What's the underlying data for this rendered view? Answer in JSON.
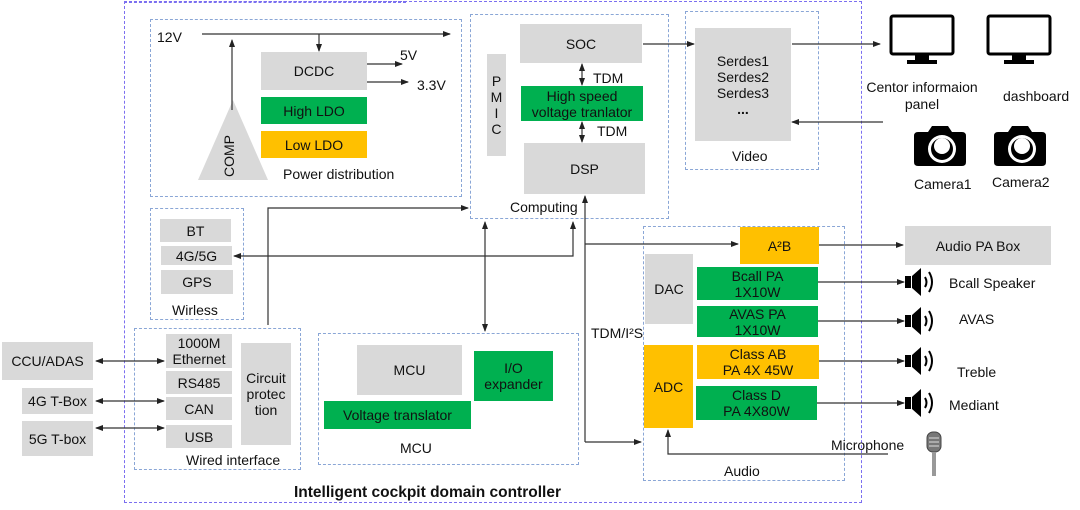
{
  "title": "Intelligent cockpit domain controller",
  "colors": {
    "gray": "#d9d9d9",
    "green": "#00b050",
    "yellow": "#ffc000",
    "group_border": "#8aa6d6",
    "outer_border": "#7b6ff0"
  },
  "power": {
    "label": "Power distribution",
    "input": "12V",
    "comp": "COMP",
    "dcdc": "DCDC",
    "out_5v": "5V",
    "out_33v": "3.3V",
    "high_ldo": "High LDO",
    "low_ldo": "Low LDO"
  },
  "computing": {
    "label": "Computing",
    "pmic": "P\nM\nI\nC",
    "soc": "SOC",
    "tdm1": "TDM",
    "hs_translator": "High speed\nvoltage tranlator",
    "tdm2": "TDM",
    "dsp": "DSP"
  },
  "video": {
    "label": "Video",
    "serdes": [
      "Serdes1",
      "Serdes2",
      "Serdes3",
      "..."
    ]
  },
  "displays": [
    {
      "label": "Centor informaion\npanel",
      "icon": "monitor-icon"
    },
    {
      "label": "dashboard",
      "icon": "monitor-icon"
    }
  ],
  "cameras": [
    {
      "label": "Camera1",
      "icon": "camera-icon"
    },
    {
      "label": "Camera2",
      "icon": "camera-icon"
    }
  ],
  "wireless": {
    "label": "Wirless",
    "items": [
      "BT",
      "4G/5G",
      "GPS"
    ]
  },
  "wired": {
    "label": "Wired interface",
    "items": [
      "1000M\nEthernet",
      "RS485",
      "CAN",
      "USB"
    ],
    "protection": "Circuit\nprotec\ntion"
  },
  "external_left": [
    "CCU/ADAS",
    "4G T-Box",
    "5G T-box"
  ],
  "mcu": {
    "label": "MCU",
    "mcu_block": "MCU",
    "io_expander": "I/O\nexpander",
    "voltage_translator": "Voltage translator"
  },
  "bus_label": "TDM/I²S",
  "audio": {
    "label": "Audio",
    "a2b": "A²B",
    "dac": "DAC",
    "adc": "ADC",
    "amps": [
      {
        "label": "Bcall PA\n1X10W",
        "color": "green"
      },
      {
        "label": "AVAS PA\n1X10W",
        "color": "green"
      },
      {
        "label": "Class AB\nPA 4X 45W",
        "color": "yellow"
      },
      {
        "label": "Class D\nPA 4X80W",
        "color": "green"
      }
    ]
  },
  "audio_pa_box": "Audio PA Box",
  "speakers": [
    "Bcall Speaker",
    "AVAS",
    "Treble",
    "Mediant"
  ],
  "microphone": "Microphone"
}
